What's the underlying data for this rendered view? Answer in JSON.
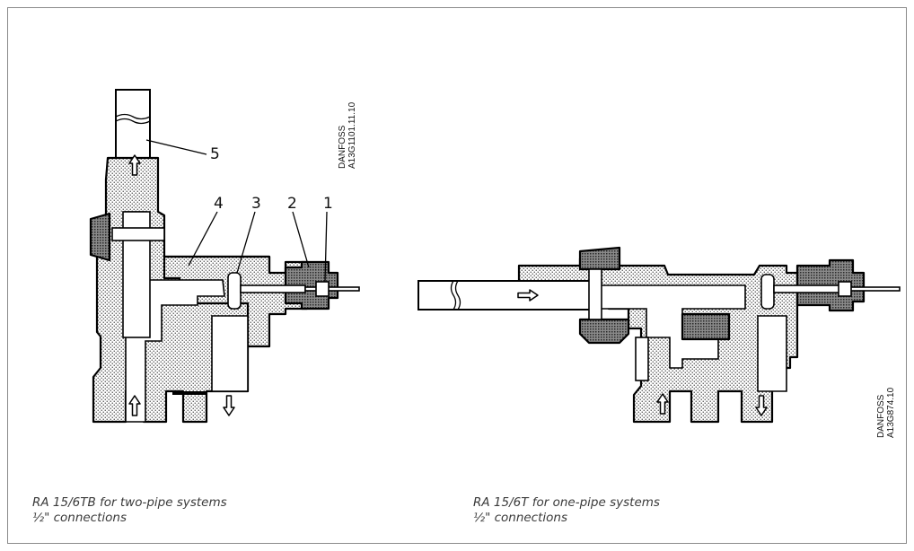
{
  "diagrams": [
    {
      "caption_line1": "RA 15/6TB  for two-pipe systems",
      "caption_line2": "½\" connections",
      "code_line1": "DANFOSS",
      "code_line2": "A13G1101.11.10",
      "callouts": [
        "5",
        "4",
        "3",
        "2",
        "1"
      ]
    },
    {
      "caption_line1": "RA 15/6T for one-pipe systems",
      "caption_line2": "½\" connections",
      "code_line1": "DANFOSS",
      "code_line2": "A13G874.10"
    }
  ]
}
